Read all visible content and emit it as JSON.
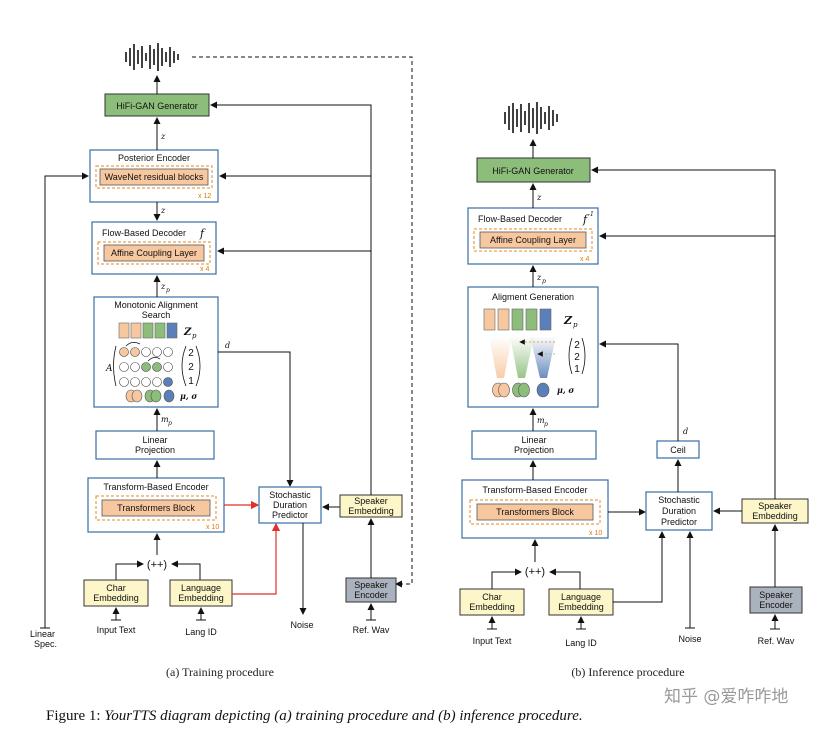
{
  "training": {
    "hifigan": "HiFi-GAN Generator",
    "posterior_encoder": "Posterior Encoder",
    "wavenet_blocks": "WaveNet residual blocks",
    "wavenet_mult": "x 12",
    "flow_decoder": "Flow-Based Decoder",
    "flow_f": "f",
    "affine": "Affine Coupling Layer",
    "affine_mult": "x 4",
    "mas_line1": "Monotonic Alignment",
    "mas_line2": "Search",
    "zp": "Z",
    "zp_sub": "p",
    "a_label": "A",
    "durations": [
      "2",
      "2",
      "1"
    ],
    "mu_sigma": "μ, σ",
    "linear_line1": "Linear",
    "linear_line2": "Projection",
    "transformer_encoder": "Transform-Based Encoder",
    "transformers_block": "Transformers Block",
    "transformers_mult": "x 10",
    "sdp_line1": "Stochastic",
    "sdp_line2": "Duration",
    "sdp_line3": "Predictor",
    "speaker_embedding_line1": "Speaker",
    "speaker_embedding_line2": "Embedding",
    "speaker_encoder_line1": "Speaker",
    "speaker_encoder_line2": "Encoder",
    "char_line1": "Char",
    "char_line2": "Embedding",
    "lang_line1": "Language",
    "lang_line2": "Embedding",
    "concat": "(++)",
    "input_text": "Input Text",
    "lang_id": "Lang ID",
    "noise": "Noise",
    "ref_wav": "Ref. Wav",
    "linear_spec_line1": "Linear",
    "linear_spec_line2": "Spec.",
    "z_label": "z",
    "zp_label": "z",
    "mp_label": "m",
    "d_label": "d",
    "caption": "(a) Training procedure"
  },
  "inference": {
    "hifigan": "HiFi-GAN Generator",
    "flow_decoder": "Flow-Based Decoder",
    "flow_f": "f",
    "flow_sup": "-1",
    "affine": "Affine Coupling Layer",
    "affine_mult": "x 4",
    "alignment": "Aligment Generation",
    "zp": "Z",
    "zp_sub": "p",
    "durations": [
      "2",
      "2",
      "1"
    ],
    "mu_sigma": "μ, σ",
    "linear_line1": "Linear",
    "linear_line2": "Projection",
    "ceil": "Ceil",
    "transformer_encoder": "Transform-Based Encoder",
    "transformers_block": "Transformers Block",
    "transformers_mult": "x 10",
    "sdp_line1": "Stochastic",
    "sdp_line2": "Duration",
    "sdp_line3": "Predictor",
    "speaker_embedding_line1": "Speaker",
    "speaker_embedding_line2": "Embedding",
    "speaker_encoder_line1": "Speaker",
    "speaker_encoder_line2": "Encoder",
    "char_line1": "Char",
    "char_line2": "Embedding",
    "lang_line1": "Language",
    "lang_line2": "Embedding",
    "concat": "(++)",
    "input_text": "Input Text",
    "lang_id": "Lang ID",
    "noise": "Noise",
    "ref_wav": "Ref. Wav",
    "z_label": "z",
    "zp_label": "z",
    "mp_label": "m",
    "d_label": "d",
    "caption": "(b) Inference procedure"
  },
  "figure_caption": {
    "prefix": "Figure 1: ",
    "italic": "YourTTS diagram depicting (a) training procedure and (b) inference procedure."
  },
  "watermark": "知乎 @爱咋咋地",
  "colors": {
    "box_border": "#3a6ea5",
    "green": "#8dbd7a",
    "yellow": "#fdf6c8",
    "orange_fill": "#f7c8a0",
    "orange_dash": "#e58a1f",
    "gray": "#aab2bd",
    "red": "#e0312b"
  }
}
